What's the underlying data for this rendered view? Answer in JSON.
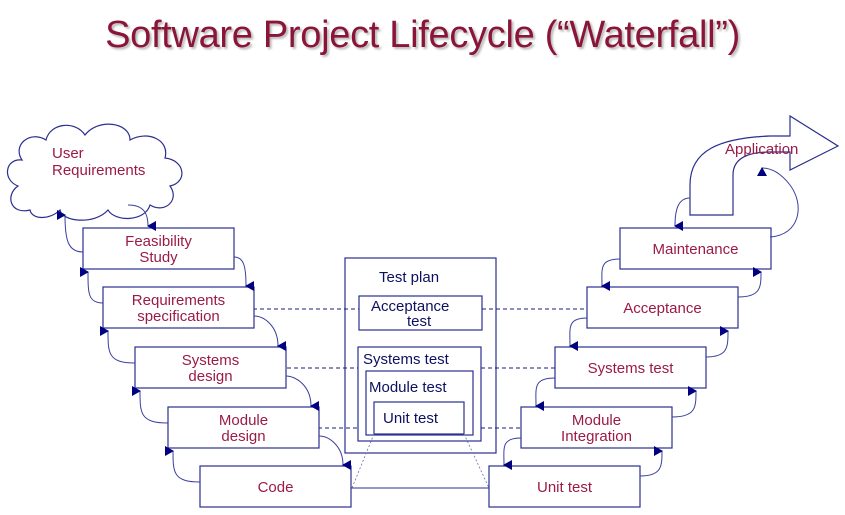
{
  "title": "Software Project Lifecycle (“Waterfall”)",
  "colors": {
    "label": "#9b1b45",
    "title": "#8b1538",
    "stroke": "#2a2f8f",
    "arrowhead": "#000080"
  },
  "start": {
    "lines": [
      "User",
      "Requirements"
    ]
  },
  "end": {
    "label": "Application"
  },
  "left_stages": [
    {
      "lines": [
        "Feasibility",
        "Study"
      ]
    },
    {
      "lines": [
        "Requirements",
        "specification"
      ]
    },
    {
      "lines": [
        "Systems",
        "design"
      ]
    },
    {
      "lines": [
        "Module",
        "design"
      ]
    },
    {
      "lines": [
        "Code"
      ]
    }
  ],
  "right_stages": [
    {
      "lines": [
        "Maintenance"
      ]
    },
    {
      "lines": [
        "Acceptance"
      ]
    },
    {
      "lines": [
        "Systems test"
      ]
    },
    {
      "lines": [
        "Module",
        "Integration"
      ]
    },
    {
      "lines": [
        "Unit test"
      ]
    }
  ],
  "test_plan": {
    "label": "Test plan",
    "acceptance": [
      "Acceptance",
      "test"
    ],
    "systems": "Systems test",
    "module": "Module test",
    "unit": "Unit test"
  }
}
